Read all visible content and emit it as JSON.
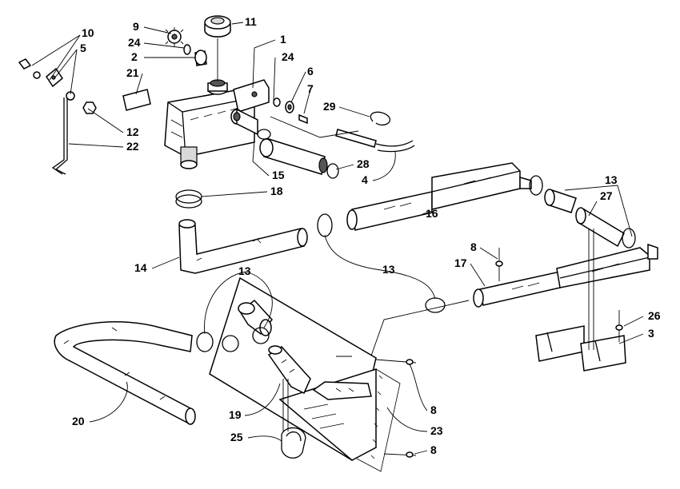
{
  "callouts": {
    "c10": "10",
    "c5": "5",
    "c9": "9",
    "c24a": "24",
    "c11": "11",
    "c1": "1",
    "c2": "2",
    "c24b": "24",
    "c21": "21",
    "c6": "6",
    "c7": "7",
    "c29": "29",
    "c12": "12",
    "c22": "22",
    "c15": "15",
    "c28": "28",
    "c4": "4",
    "c18": "18",
    "c13a": "13",
    "c27": "27",
    "c16": "16",
    "c8a": "8",
    "c17": "17",
    "c14": "14",
    "c13b": "13",
    "c13c": "13",
    "c26": "26",
    "c3": "3",
    "c20": "20",
    "c8b": "8",
    "c19": "19",
    "c23": "23",
    "c25": "25",
    "c8c": "8"
  },
  "colors": {
    "line": "#000000",
    "background": "#ffffff"
  }
}
